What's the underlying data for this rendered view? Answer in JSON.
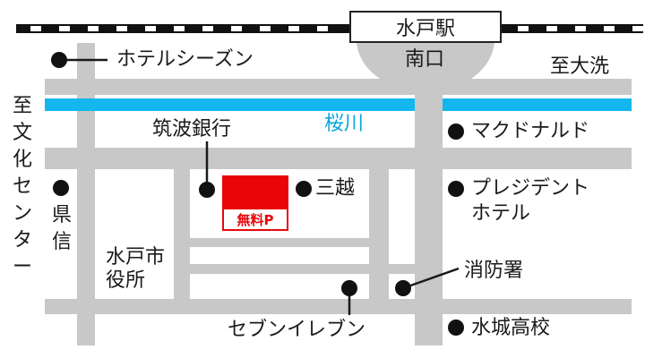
{
  "station": {
    "name": "水戸駅",
    "exit": "南口"
  },
  "directions": {
    "east": "至大洗",
    "west": "至文化センター"
  },
  "river": "桜川",
  "parking_label": "無料P",
  "landmarks": {
    "hotel_season": "ホテルシーズン",
    "bank": "筑波銀行",
    "mitsukoshi": "三越",
    "mcdonalds": "マクドナルド",
    "prefecture": "県信",
    "city_hall": "水戸市役所",
    "president_hotel_1": "プレジデント",
    "president_hotel_2": "ホテル",
    "fire_station": "消防署",
    "seven_eleven": "セブンイレブン",
    "high_school": "水城高校"
  },
  "colors": {
    "road": "#c8c8c8",
    "river": "#14b6ee",
    "parking": "#e8060b",
    "text": "#1a1a1a"
  }
}
